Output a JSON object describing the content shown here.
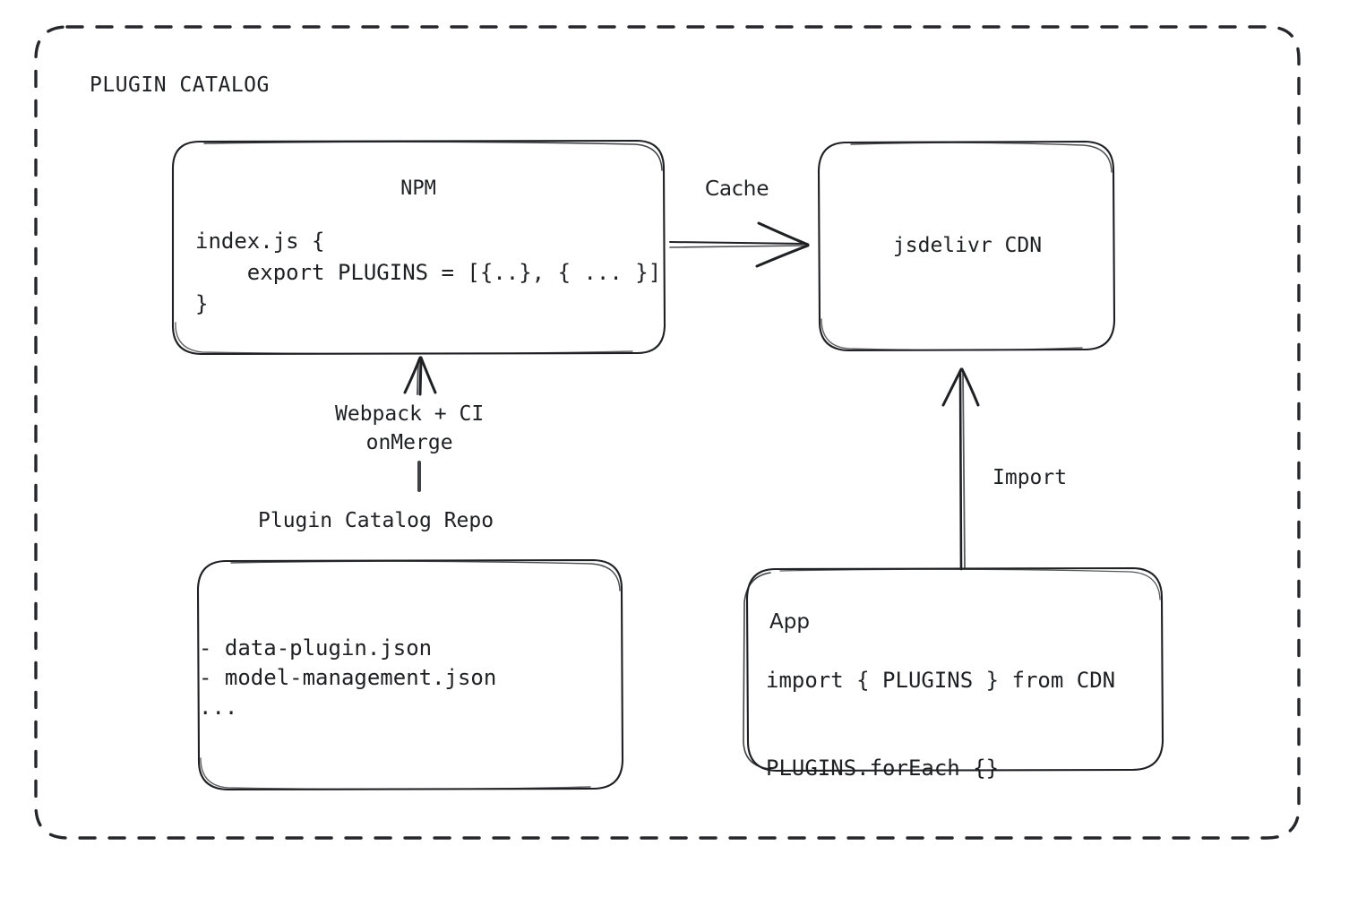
{
  "diagram": {
    "title": "PLUGIN CATALOG",
    "background": "#ffffff",
    "stroke_color": "#1f2023",
    "text_color": "#1f2023"
  },
  "nodes": {
    "npm": {
      "title": "NPM",
      "code": "index.js {\n    export PLUGINS = [{..}, { ... }]\n}"
    },
    "cdn": {
      "title": "jsdelivr CDN"
    },
    "repo": {
      "caption": "Plugin Catalog Repo",
      "files": "- data-plugin.json\n- model-management.json\n..."
    },
    "app": {
      "title": "App",
      "code": "import { PLUGINS } from CDN\n\nPLUGINS.forEach {}"
    }
  },
  "edges": {
    "cache": {
      "label": "Cache",
      "from": "npm",
      "to": "cdn",
      "direction": "right"
    },
    "import": {
      "label": "Import",
      "from": "app",
      "to": "cdn",
      "direction": "up"
    },
    "build": {
      "label": "Webpack + CI\nonMerge",
      "from": "repo",
      "to": "npm",
      "direction": "up"
    }
  }
}
